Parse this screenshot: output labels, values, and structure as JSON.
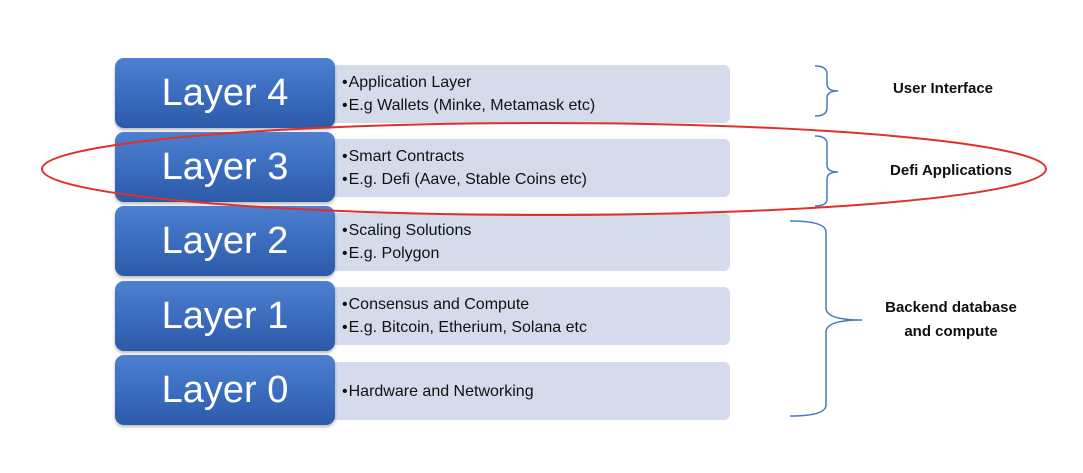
{
  "layers": [
    {
      "title": "Layer 4",
      "bullets": [
        "Application Layer",
        "E.g  Wallets (Minke, Metamask etc)"
      ]
    },
    {
      "title": "Layer 3",
      "bullets": [
        "Smart Contracts",
        "E.g. Defi (Aave, Stable Coins etc)"
      ]
    },
    {
      "title": "Layer 2",
      "bullets": [
        "Scaling Solutions",
        "E.g. Polygon"
      ]
    },
    {
      "title": "Layer 1",
      "bullets": [
        "Consensus and Compute",
        "E.g. Bitcoin, Etherium, Solana etc"
      ]
    },
    {
      "title": "Layer 0",
      "bullets": [
        "Hardware and Networking"
      ]
    }
  ],
  "bullet_char": "•",
  "groups": {
    "user_interface": "User Interface",
    "defi_applications": "Defi Applications",
    "backend_line1": "Backend database",
    "backend_line2": "and compute"
  },
  "colors": {
    "layer_box": "#3a6bbd",
    "description_band": "#d6dbec",
    "brace": "#4a78c0",
    "highlight_ellipse": "#e0302a"
  }
}
